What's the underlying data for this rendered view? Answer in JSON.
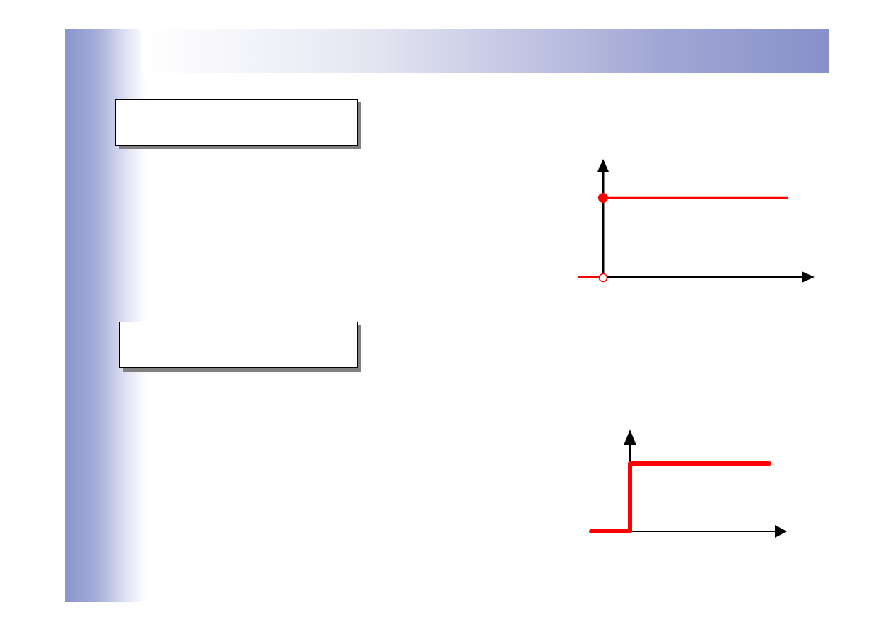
{
  "colors": {
    "accent_band": "#8890c9",
    "step_line": "#ff0000",
    "axis": "#000000",
    "box_shadow": "#808080"
  },
  "diagrams": [
    {
      "type": "unit-step",
      "style": "thin-with-endpoint-markers",
      "markers": [
        "filled-dot-at-jump-top",
        "open-circle-at-origin"
      ]
    },
    {
      "type": "unit-step",
      "style": "thick"
    }
  ]
}
